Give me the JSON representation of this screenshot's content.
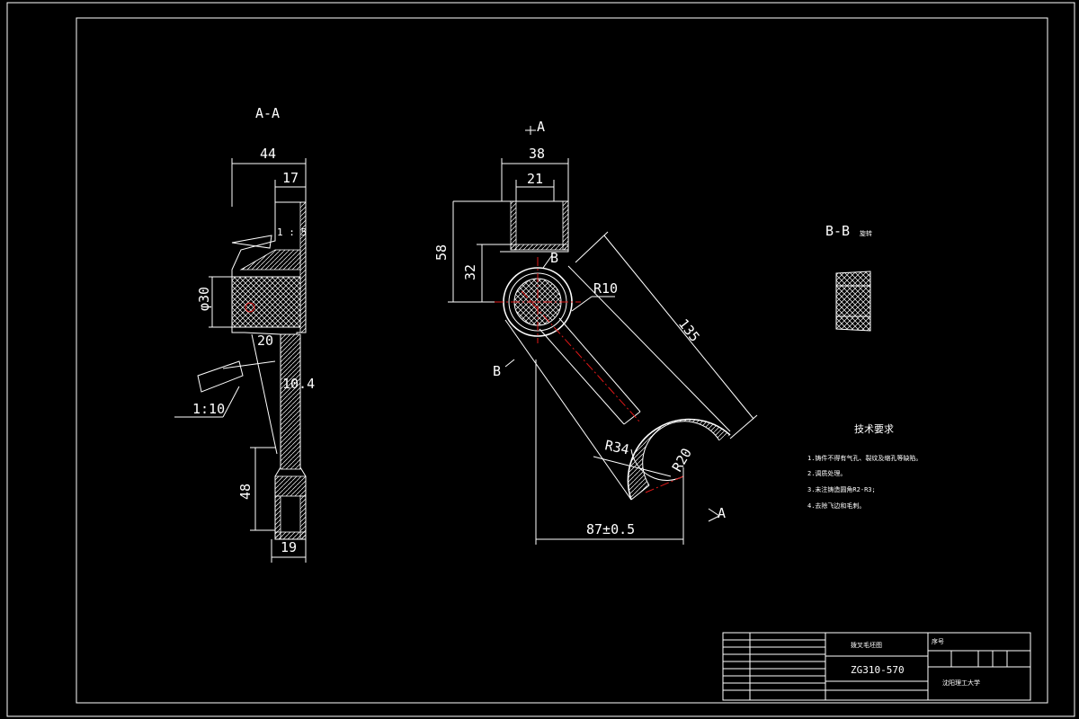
{
  "views": {
    "section_aa": {
      "title": "A-A",
      "dims": {
        "overall_width": "44",
        "top_boss": "17",
        "taper": "1 : 5",
        "hole_dia": "φ30",
        "web_offset": "20",
        "web_thickness": "10.4",
        "draft": "1:10",
        "lower_height": "48",
        "lower_width": "19"
      }
    },
    "main_view": {
      "section_mark_a_top": "A",
      "section_mark_a_bottom": "A",
      "section_mark_b_top": "B",
      "section_mark_b_left": "B",
      "dims": {
        "boss_outer": "38",
        "boss_inner": "21",
        "height_58": "58",
        "height_32": "32",
        "r10": "R10",
        "length_135": "135",
        "r34": "R34",
        "r20": "R20",
        "span": "87±0.5"
      }
    },
    "section_bb": {
      "title": "B-B",
      "suffix": "旋转"
    }
  },
  "tech_requirements": {
    "title": "技术要求",
    "items": [
      "1.铸件不得有气孔、裂纹及缩孔等缺陷。",
      "2.调质处理。",
      "3.未注铸造圆角R2-R3;",
      "4.去除飞边和毛刺。"
    ]
  },
  "title_block": {
    "part_name": "拨叉毛坯图",
    "material": "ZG310-570",
    "school": "沈阳理工大学",
    "label_seq": "序号"
  },
  "colors": {
    "background": "#000000",
    "lines": "#ffffff",
    "centerline": "#e01818",
    "hatch": "#ffffff"
  }
}
